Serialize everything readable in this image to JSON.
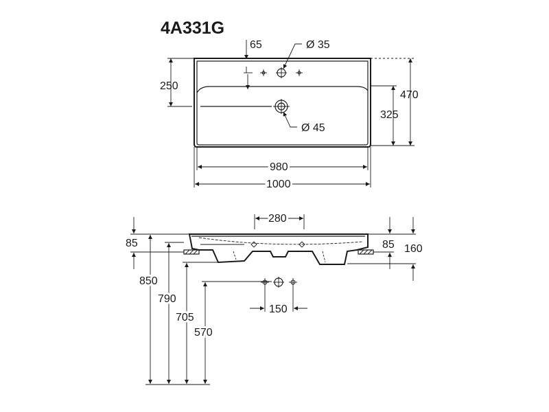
{
  "model": "4A331G",
  "top_view": {
    "dims": {
      "tap_offset": "65",
      "tap_hole": "Ø 35",
      "depth_to_overflow": "250",
      "overall_depth": "470",
      "basin_depth": "325",
      "waste_hole": "Ø 45",
      "inner_width": "980",
      "overall_width": "1000"
    }
  },
  "side_view": {
    "dims": {
      "bowl_width": "280",
      "rim_height_left": "85",
      "rim_height_right": "85",
      "total_height_right": "160",
      "install_height": "850",
      "bottom_height": "790",
      "trap_height": "705",
      "tap_height": "570",
      "tap_spacing": "150"
    }
  }
}
